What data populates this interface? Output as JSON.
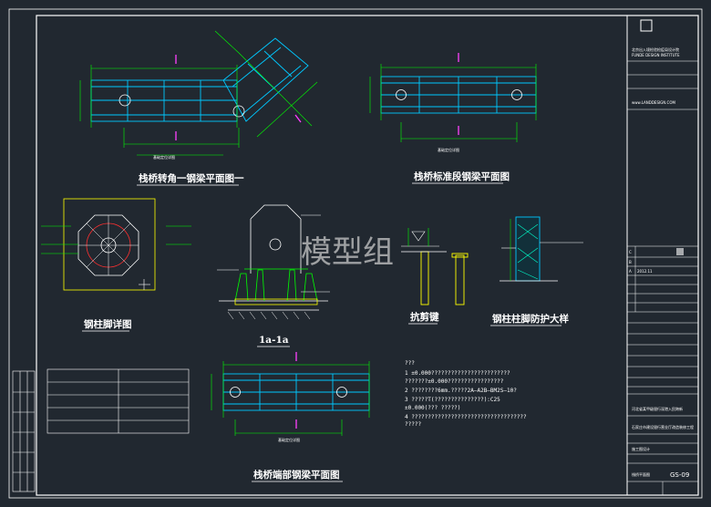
{
  "watermark": "模型组",
  "labels": {
    "plan_corner": "栈桥转角一钢梁平面图一",
    "plan_standard": "栈桥标准段钢梁平面图",
    "column_base": "钢柱脚详图",
    "section": "1a-1a",
    "shear_key": "抗剪键",
    "column_protect": "钢柱柱脚防护大样",
    "plan_end": "栈桥端部钢梁平面图",
    "dim_corner": "基础定位详图",
    "dim_standard": "基础定位详图",
    "dim_end": "基础定位详图"
  },
  "notes": {
    "heading": "???",
    "line1": "1  ±0.000????????????????????????",
    "line1b": "   ???????±0.000?????????????????",
    "line2": "2  ????????6mm.?????2A—A2B—BM2S—10?",
    "line3": "3  ?????T(???????????????):C25",
    "line3b": "   ±0.000(???  ?????)",
    "line4": "4  ???????????????????????????????????",
    "line4b": "   ?????"
  },
  "title_block": {
    "company_cn": "北京出入境检验检疫局设计院",
    "company_en": "FUNDE DESIGN INSTITUTE",
    "website": "www.LANDDESIGN.COM",
    "rev_c": "C",
    "rev_b": "B",
    "rev_a": "A",
    "date": "2012.11",
    "project": "河北省某甲级银行深港入民跨新",
    "subproject": "石家庄市建设银行营业厅改造装修工程",
    "stage": "施工图设计",
    "drawing_name": "栈桥平面图",
    "drawing_no": "GS-09"
  },
  "colors": {
    "background": "#212830",
    "frame": "#ffffff",
    "steel": "#00c8ff",
    "dimension": "#00ff00",
    "magenta": "#ff40ff",
    "yellow": "#ffff00",
    "red": "#ff3030"
  }
}
